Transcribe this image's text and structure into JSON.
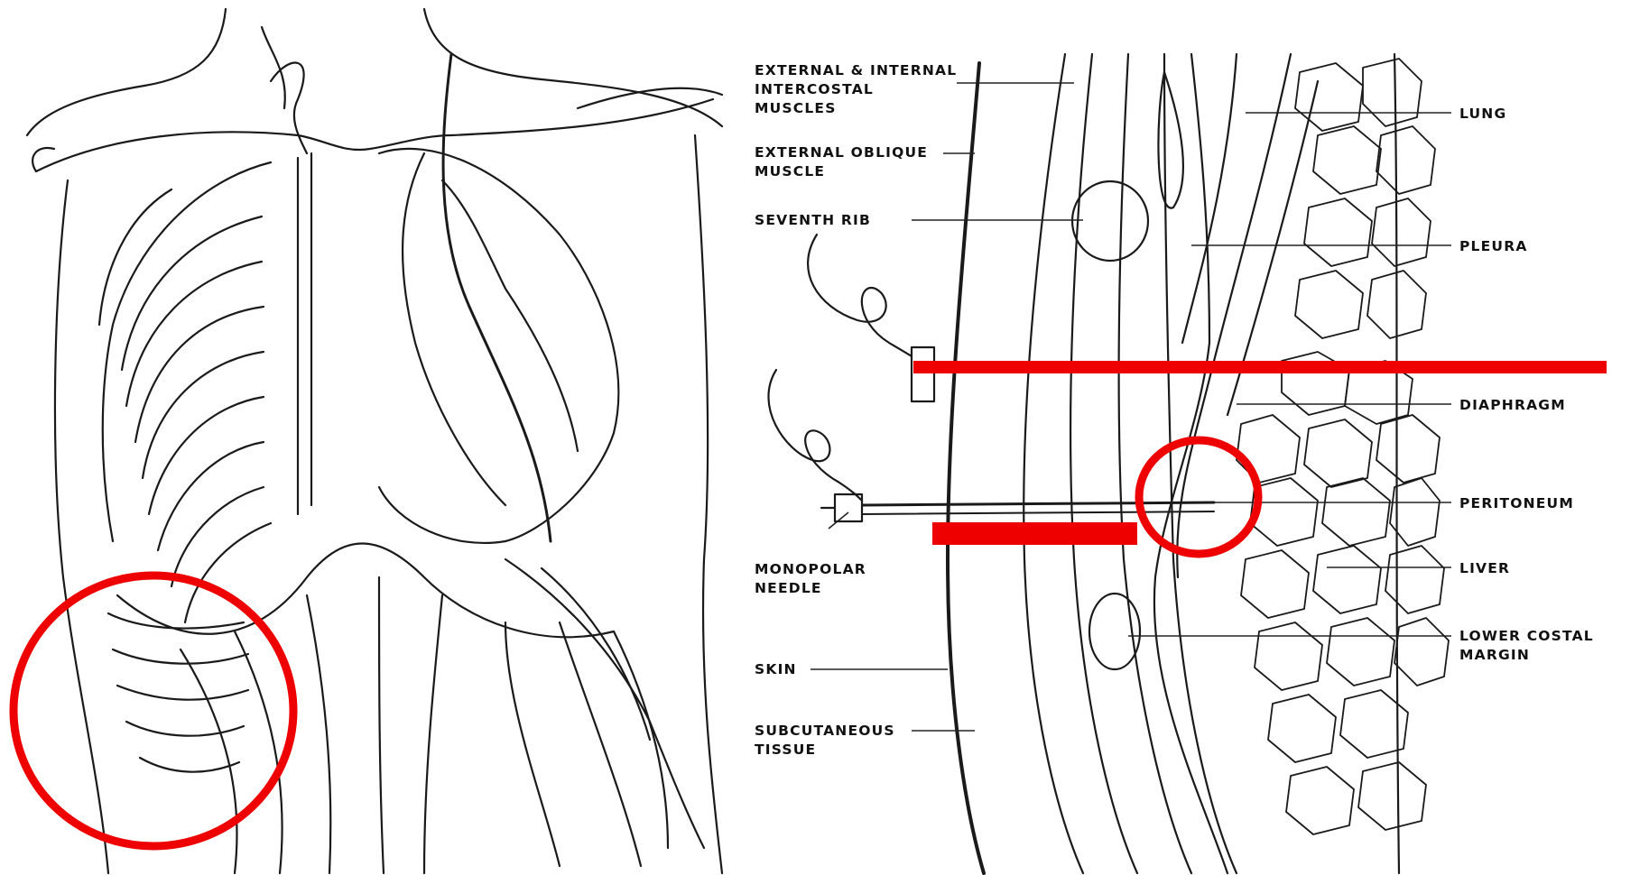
{
  "left_panel": {
    "name": "torso-illustration",
    "annotation": "red-circle-right-lower-costal-region"
  },
  "right_panel": {
    "labels_left": [
      {
        "id": "intercostal",
        "lines": [
          "EXTERNAL & INTERNAL",
          "INTERCOSTAL",
          "MUSCLES"
        ]
      },
      {
        "id": "external-oblique",
        "lines": [
          "EXTERNAL OBLIQUE",
          "MUSCLE"
        ]
      },
      {
        "id": "seventh-rib",
        "lines": [
          "SEVENTH RIB"
        ]
      },
      {
        "id": "monopolar-needle",
        "lines": [
          "MONOPOLAR",
          "NEEDLE"
        ]
      },
      {
        "id": "skin",
        "lines": [
          "SKIN"
        ]
      },
      {
        "id": "subcutaneous-tissue",
        "lines": [
          "SUBCUTANEOUS",
          "TISSUE"
        ]
      }
    ],
    "labels_right": [
      {
        "id": "lung",
        "lines": [
          "LUNG"
        ]
      },
      {
        "id": "pleura",
        "lines": [
          "PLEURA"
        ]
      },
      {
        "id": "diaphragm",
        "lines": [
          "DIAPHRAGM"
        ]
      },
      {
        "id": "peritoneum",
        "lines": [
          "PERITONEUM"
        ]
      },
      {
        "id": "liver",
        "lines": [
          "LIVER"
        ]
      },
      {
        "id": "lower-costal-margin",
        "lines": [
          "LOWER COSTAL",
          "MARGIN"
        ]
      }
    ]
  },
  "annotation_color": "#ee0000"
}
